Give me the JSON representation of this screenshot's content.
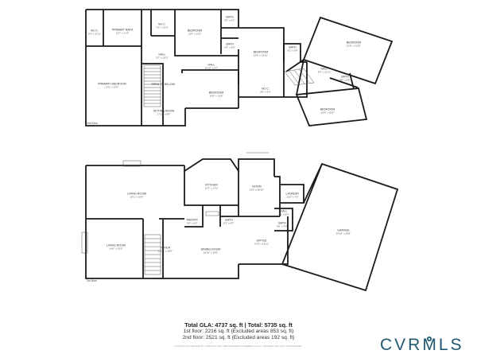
{
  "floors": [
    {
      "name": "2nd floor",
      "rooms": [
        {
          "name": "W.I.C.",
          "dims": "9'4\" x 11'11\""
        },
        {
          "name": "PRIMARY BATH",
          "dims": "13'7\" x 11'4\""
        },
        {
          "name": "W.I.C.",
          "dims": "7'0\" x 12'0\""
        },
        {
          "name": "BEDROOM",
          "dims": "13'4\" x 13'2\""
        },
        {
          "name": "BATH",
          "dims": "8'2\" x 4'1\""
        },
        {
          "name": "BATH",
          "dims": "6'3\" x 8'5\""
        },
        {
          "name": "HALL",
          "dims": "5'7\" x 18'3\""
        },
        {
          "name": "PRIMARY BEDROOM",
          "dims": "17'9\" x 15'8\""
        },
        {
          "name": "HALL",
          "dims": "16'10\" x 4'7\""
        },
        {
          "name": "OPEN TO BELOW",
          "dims": ""
        },
        {
          "name": "BEDROOM",
          "dims": "15'8\" x 13'8\""
        },
        {
          "name": "SITTING ROOM",
          "dims": "17'10\" x 8'8\""
        },
        {
          "name": "BEDROOM",
          "dims": "13'6\" x 14'11\""
        },
        {
          "name": "W.I.C.",
          "dims": "5'9\" x 6'0\""
        },
        {
          "name": "BATH",
          "dims": "8'2\" x 5'6\""
        },
        {
          "name": "BEDROOM",
          "dims": "13'6\" x 11'10\""
        },
        {
          "name": "HALL",
          "dims": "6'0\" x 11'11\""
        },
        {
          "name": "BATH",
          "dims": "9'8\" x 5'6\""
        },
        {
          "name": "BEDROOM",
          "dims": "15'4\" x 15'8\""
        }
      ]
    },
    {
      "name": "1st floor",
      "rooms": [
        {
          "name": "LIVING ROOM",
          "dims": "18'1\" x 16'4\""
        },
        {
          "name": "KITCHEN",
          "dims": "13'4\" x 17'6\""
        },
        {
          "name": "ROOM",
          "dims": "12'6\" x 18'10\""
        },
        {
          "name": "LAUNDRY",
          "dims": "11'8\" x 7'0\""
        },
        {
          "name": "HALL",
          "dims": "4'2\" x 8'5\""
        },
        {
          "name": "BATH",
          "dims": "5'4\" x 4'9\""
        },
        {
          "name": "GARAGE",
          "dims": "24'10\" x 34'8\""
        },
        {
          "name": "PANTRY",
          "dims": "8'4\" x 6'2\""
        },
        {
          "name": "BATH",
          "dims": "6'2\" x 6'7\""
        },
        {
          "name": "LIVING ROOM",
          "dims": "14'6\" x 15'9\""
        },
        {
          "name": "FOYER",
          "dims": "11'10\" x 18'0\""
        },
        {
          "name": "DINING ROOM",
          "dims": "16'10\" x 15'0\""
        },
        {
          "name": "OFFICE",
          "dims": "17'0\" x 16'11\""
        }
      ]
    }
  ],
  "totals": {
    "summary": "Total GLA: 4737 sq. ft | Total: 5735 sq. ft",
    "first_floor": "1st floor: 2216 sq. ft (Excluded areas 853 sq. ft)",
    "second_floor": "2nd floor: 2521 sq. ft (Excluded areas 192 sq. ft)"
  },
  "disclaimer": "FLOOR PLAN CREATED BY CUBICASA APP. MEASUREMENTS DEEMED HIGHLY RELIABLE BUT NOT GUARANTEED.",
  "brand": {
    "logo_text": "CVRMLS",
    "color": "#1f5870"
  },
  "colors": {
    "wall": "#1a1a1a",
    "line": "#555555"
  }
}
